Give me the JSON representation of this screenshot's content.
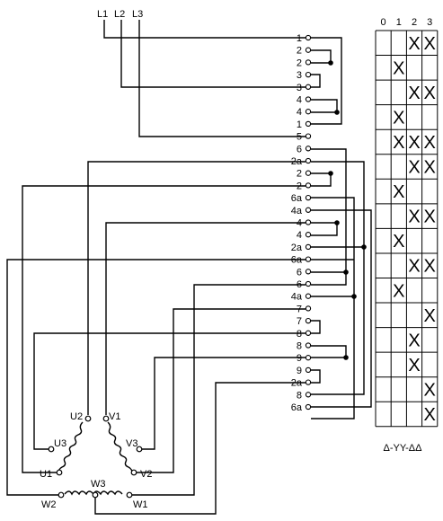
{
  "supply": {
    "lines": [
      "L1",
      "L2",
      "L3"
    ]
  },
  "terminals": [
    "1",
    "2",
    "2",
    "3",
    "3",
    "4",
    "4",
    "1",
    "5",
    "6",
    "2a",
    "2",
    "2",
    "6a",
    "4a",
    "4",
    "4",
    "2a",
    "6a",
    "6",
    "6",
    "4a",
    "7",
    "7",
    "8",
    "8",
    "9",
    "9",
    "2a",
    "8",
    "6a"
  ],
  "table": {
    "positions": [
      "0",
      "1",
      "2",
      "3"
    ],
    "rows": [
      [
        "",
        "",
        "X",
        "X"
      ],
      [
        "",
        "X",
        "",
        ""
      ],
      [
        "",
        "",
        "X",
        "X"
      ],
      [
        "",
        "X",
        "",
        ""
      ],
      [
        "",
        "X",
        "X",
        "X"
      ],
      [
        "",
        "",
        "X",
        "X"
      ],
      [
        "",
        "X",
        "",
        ""
      ],
      [
        "",
        "",
        "X",
        "X"
      ],
      [
        "",
        "X",
        "",
        ""
      ],
      [
        "",
        "",
        "X",
        "X"
      ],
      [
        "",
        "X",
        "",
        ""
      ],
      [
        "",
        "",
        "",
        "X"
      ],
      [
        "",
        "",
        "X",
        ""
      ],
      [
        "",
        "",
        "X",
        ""
      ],
      [
        "",
        "",
        "",
        "X"
      ],
      [
        "",
        "",
        "",
        "X"
      ]
    ],
    "caption": "Δ-YY-ΔΔ"
  },
  "motor": {
    "terminals": [
      "U2",
      "V1",
      "U3",
      "V3",
      "U1",
      "V2",
      "W3",
      "W2",
      "W1"
    ]
  }
}
